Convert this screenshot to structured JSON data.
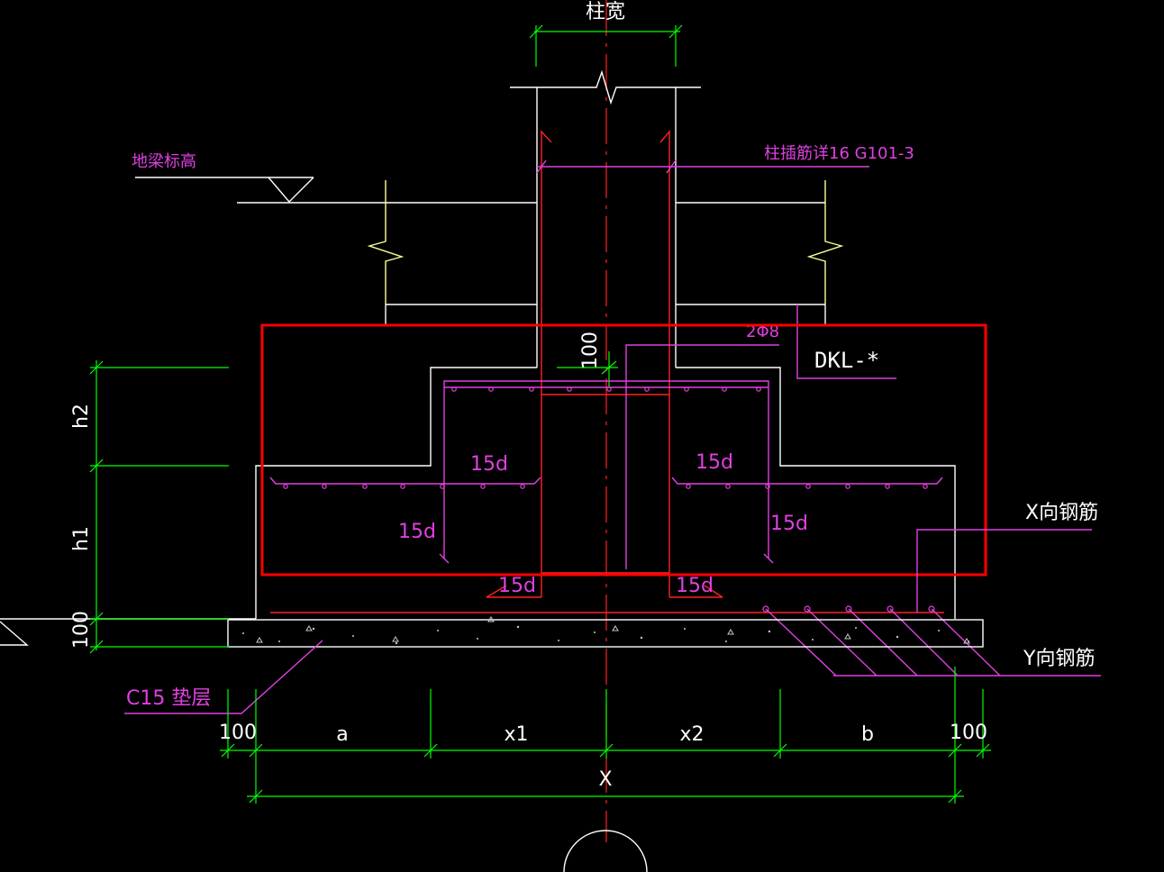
{
  "labels": {
    "column_width": "柱宽",
    "ground_beam_elevation": "地梁标高",
    "column_dowel": "柱插筋详16 G101-3",
    "stirrup": "2Φ8",
    "beam_tag": "DKL-*",
    "cover": "100",
    "anchor_top_left": "15d",
    "anchor_top_right": "15d",
    "anchor_mid_left": "15d",
    "anchor_mid_right": "15d",
    "anchor_bot_left": "15d",
    "anchor_bot_right": "15d",
    "x_rebar": "X向钢筋",
    "y_rebar": "Y向钢筋",
    "pad_layer": "C15 垫层",
    "h2": "h2",
    "h1": "h1",
    "pad_thickness": "100",
    "dim_left_100": "100",
    "dim_a": "a",
    "dim_x1": "x1",
    "dim_x2": "x2",
    "dim_b": "b",
    "dim_right_100": "100",
    "dim_total": "X"
  },
  "colors": {
    "background": "#000000",
    "outline": "#ffffff",
    "break_lines": "#ffff99",
    "dimensions": "#00ff00",
    "column_rebar": "#ff2020",
    "annotation": "#e040e0",
    "highlight_box": "#ff0000"
  }
}
